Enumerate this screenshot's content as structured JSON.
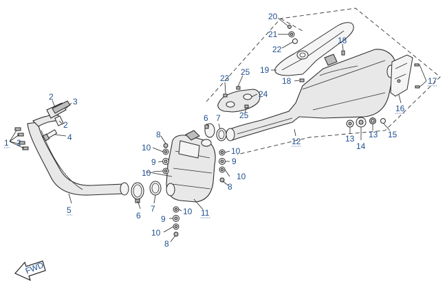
{
  "diagram": {
    "type": "exploded-parts-diagram",
    "accent_color": "#1f4f8f",
    "direction_arrow_label": "FWD",
    "callouts": [
      {
        "id": "c1a",
        "label": "1"
      },
      {
        "id": "c1b",
        "label": "2"
      },
      {
        "id": "c2a",
        "label": "2"
      },
      {
        "id": "c3",
        "label": "3"
      },
      {
        "id": "c2b",
        "label": "2"
      },
      {
        "id": "c4",
        "label": "4"
      },
      {
        "id": "c5",
        "label": "5"
      },
      {
        "id": "c6a",
        "label": "6"
      },
      {
        "id": "c7a",
        "label": "7"
      },
      {
        "id": "c8a",
        "label": "8"
      },
      {
        "id": "c10a",
        "label": "10"
      },
      {
        "id": "c9a",
        "label": "9"
      },
      {
        "id": "c10b",
        "label": "10"
      },
      {
        "id": "c11a",
        "label": "11"
      },
      {
        "id": "c11b",
        "label": "11"
      },
      {
        "id": "c10c",
        "label": "10"
      },
      {
        "id": "c9b",
        "label": "9"
      },
      {
        "id": "c10d",
        "label": "10"
      },
      {
        "id": "c8b",
        "label": "8"
      },
      {
        "id": "c6b",
        "label": "6"
      },
      {
        "id": "c7b",
        "label": "7"
      },
      {
        "id": "c10e",
        "label": "10"
      },
      {
        "id": "c9c",
        "label": "9"
      },
      {
        "id": "c10f",
        "label": "10"
      },
      {
        "id": "c8c",
        "label": "8"
      },
      {
        "id": "c23",
        "label": "23"
      },
      {
        "id": "c25a",
        "label": "25"
      },
      {
        "id": "c24",
        "label": "24"
      },
      {
        "id": "c25b",
        "label": "25"
      },
      {
        "id": "c20",
        "label": "20"
      },
      {
        "id": "c21",
        "label": "21"
      },
      {
        "id": "c22",
        "label": "22"
      },
      {
        "id": "c19",
        "label": "19"
      },
      {
        "id": "c18a",
        "label": "18"
      },
      {
        "id": "c18b",
        "label": "18"
      },
      {
        "id": "c12",
        "label": "12"
      },
      {
        "id": "c13a",
        "label": "13"
      },
      {
        "id": "c14",
        "label": "14"
      },
      {
        "id": "c13b",
        "label": "13"
      },
      {
        "id": "c15",
        "label": "15"
      },
      {
        "id": "c16",
        "label": "16"
      },
      {
        "id": "c17",
        "label": "17"
      }
    ]
  }
}
